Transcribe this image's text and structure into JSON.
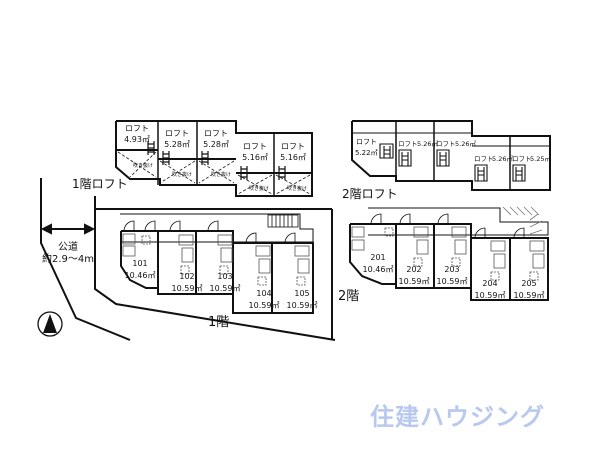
{
  "floor1_loft": {
    "title": "1階ロフト",
    "rooms": [
      {
        "label": "ロフト",
        "area": "4.93㎡"
      },
      {
        "label": "ロフト",
        "area": "5.28㎡"
      },
      {
        "label": "ロフト",
        "area": "5.28㎡"
      },
      {
        "label": "ロフト",
        "area": "5.16㎡"
      },
      {
        "label": "ロフト",
        "area": "5.16㎡"
      }
    ],
    "void_label": "吹き抜け"
  },
  "floor2_loft": {
    "title": "2階ロフト",
    "rooms": [
      {
        "label": "ロフト",
        "area": "5.22㎡"
      },
      {
        "label": "ロフト",
        "area": "5.26㎡"
      },
      {
        "label": "ロフト",
        "area": "5.26㎡"
      },
      {
        "label": "ロフト",
        "area": "5.26㎡"
      },
      {
        "label": "ロフト",
        "area": "5.25㎡"
      }
    ]
  },
  "floor1": {
    "title": "1階",
    "units": [
      {
        "number": "101",
        "area": "10.46㎡"
      },
      {
        "number": "102",
        "area": "10.59㎡"
      },
      {
        "number": "103",
        "area": "10.59㎡"
      },
      {
        "number": "104",
        "area": "10.59㎡"
      },
      {
        "number": "105",
        "area": "10.59㎡"
      }
    ]
  },
  "floor2": {
    "title": "2階",
    "units": [
      {
        "number": "201",
        "area": "10.46㎡"
      },
      {
        "number": "202",
        "area": "10.59㎡"
      },
      {
        "number": "203",
        "area": "10.59㎡"
      },
      {
        "number": "204",
        "area": "10.59㎡"
      },
      {
        "number": "205",
        "area": "10.59㎡"
      }
    ]
  },
  "road": {
    "label": "公道",
    "width": "約2.9〜4m"
  },
  "compass": {
    "icon": "north-arrow-icon"
  },
  "watermark": "住建ハウジング",
  "colors": {
    "line": "#111111",
    "fixture": "#555555",
    "watermark": "#b8c8ee"
  }
}
